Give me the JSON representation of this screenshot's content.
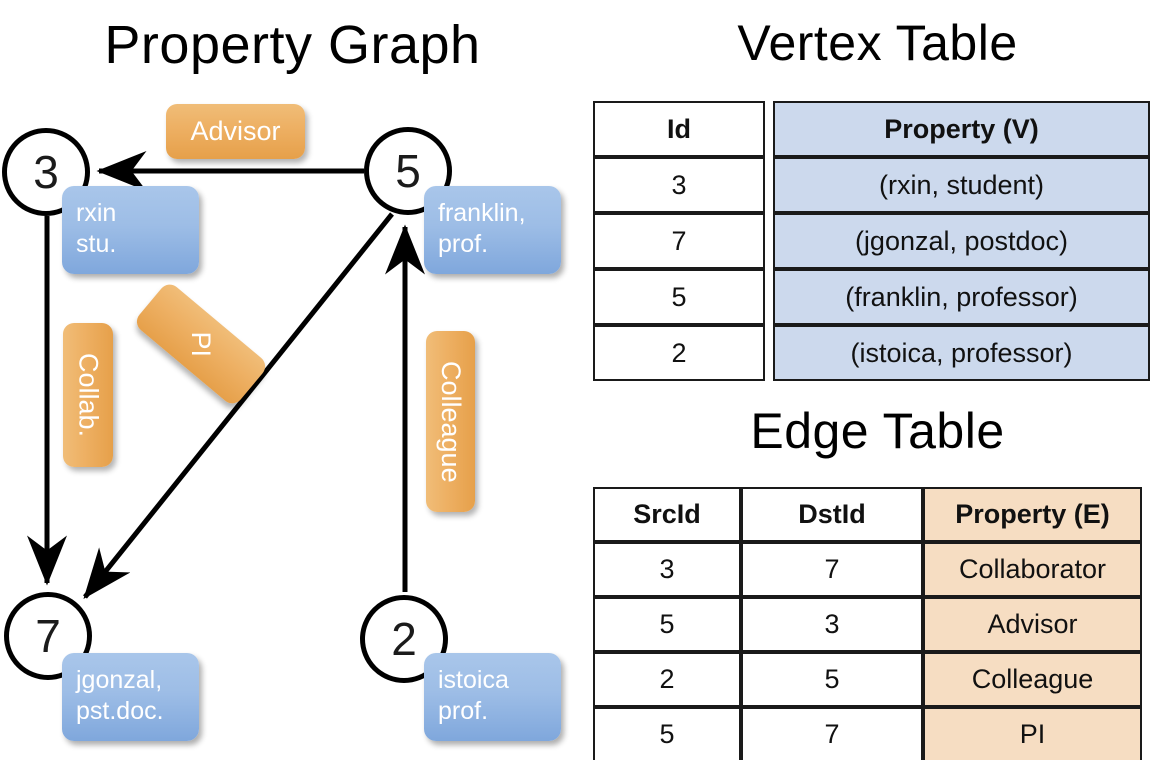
{
  "titles": {
    "property_graph": "Property Graph",
    "vertex_table": "Vertex Table",
    "edge_table": "Edge Table"
  },
  "graph": {
    "nodes": [
      {
        "id": "3",
        "name": "rxin",
        "role": "stu.",
        "prop_line1": "rxin",
        "prop_line2": "stu."
      },
      {
        "id": "5",
        "name": "franklin",
        "role": "prof.",
        "prop_line1": "franklin,",
        "prop_line2": "prof."
      },
      {
        "id": "7",
        "name": "jgonzal",
        "role": "pst.doc.",
        "prop_line1": "jgonzal,",
        "prop_line2": "pst.doc."
      },
      {
        "id": "2",
        "name": "istoica",
        "role": "prof.",
        "prop_line1": "istoica",
        "prop_line2": "prof."
      }
    ],
    "edge_labels": {
      "advisor": "Advisor",
      "collab": "Collab.",
      "pi": "PI",
      "colleague": "Colleague"
    },
    "edges": [
      {
        "src": "5",
        "dst": "3",
        "label": "Advisor"
      },
      {
        "src": "3",
        "dst": "7",
        "label": "Collab."
      },
      {
        "src": "5",
        "dst": "7",
        "label": "PI"
      },
      {
        "src": "2",
        "dst": "5",
        "label": "Colleague"
      }
    ]
  },
  "vertex_table": {
    "headers": [
      "Id",
      "Property (V)"
    ],
    "rows": [
      {
        "id": "3",
        "property": "(rxin, student)"
      },
      {
        "id": "7",
        "property": "(jgonzal, postdoc)"
      },
      {
        "id": "5",
        "property": "(franklin, professor)"
      },
      {
        "id": "2",
        "property": "(istoica, professor)"
      }
    ]
  },
  "edge_table": {
    "headers": [
      "SrcId",
      "DstId",
      "Property (E)"
    ],
    "rows": [
      {
        "src": "3",
        "dst": "7",
        "property": "Collaborator"
      },
      {
        "src": "5",
        "dst": "3",
        "property": "Advisor"
      },
      {
        "src": "2",
        "dst": "5",
        "property": "Colleague"
      },
      {
        "src": "5",
        "dst": "7",
        "property": "PI"
      }
    ]
  },
  "colors": {
    "vertex_property_fill": "#ccd9ed",
    "edge_property_fill": "#f6ddc2",
    "node_box_blue": "#9dbde6",
    "edge_label_orange": "#eeb165",
    "stroke": "#1a1a1a"
  }
}
